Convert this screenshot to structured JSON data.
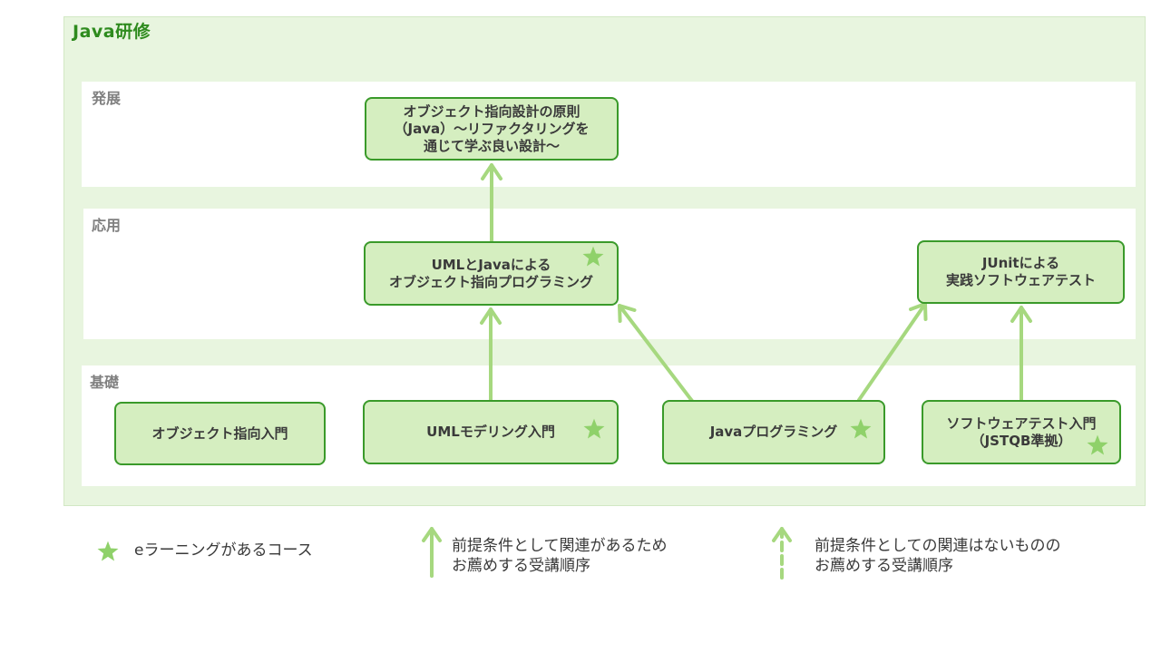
{
  "panel": {
    "title": "Java研修"
  },
  "levels": {
    "advanced": "発展",
    "applied": "応用",
    "basic": "基礎"
  },
  "courses": {
    "oop_design": "オブジェクト指向設計の原則\n（Java）～リファクタリングを\n通じて学ぶ良い設計～",
    "uml_java": "UMLとJavaによる\nオブジェクト指向プログラミング",
    "junit": "JUnitによる\n実践ソフトウェアテスト",
    "oop_intro": "オブジェクト指向入門",
    "uml_modeling": "UMLモデリング入門",
    "java_programming": "Javaプログラミング",
    "software_test": "ソフトウェアテスト入門\n（JSTQB準拠）"
  },
  "legend": {
    "elearning": "eラーニングがあるコース",
    "required_arrow": "前提条件として関連があるため\nお薦めする受講順序",
    "optional_arrow": "前提条件としての関連はないものの\nお薦めする受講順序"
  },
  "colors": {
    "accent": "#2e8b1e",
    "box_fill": "#d5eec0",
    "box_border": "#3a9a2a",
    "arrow": "#a6d87f",
    "star": "#8fd16a",
    "panel_bg": "#e8f5df"
  }
}
